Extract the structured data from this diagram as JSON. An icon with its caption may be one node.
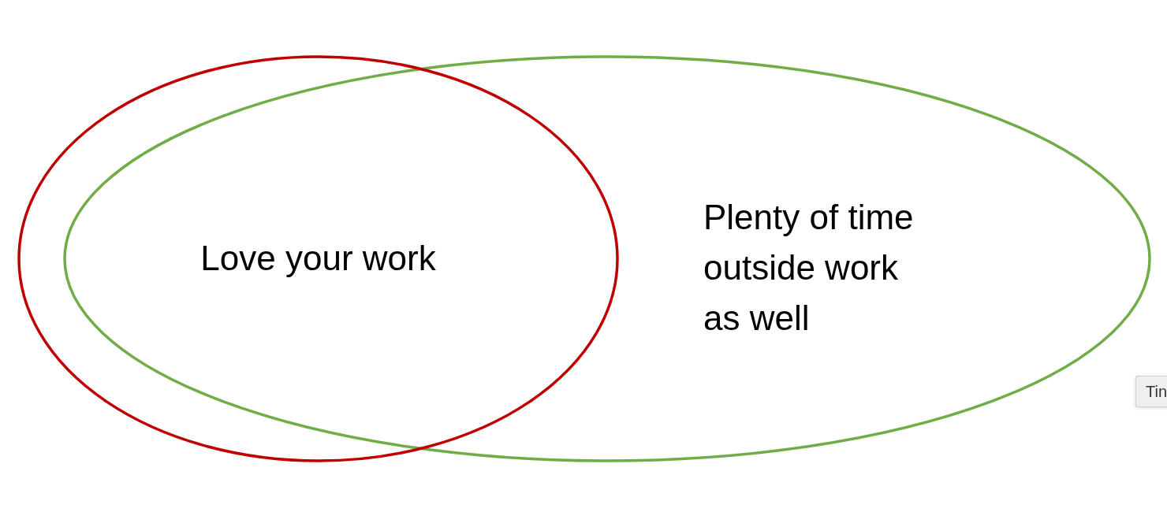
{
  "diagram": {
    "nodes": [
      {
        "text": [
          "Love your work"
        ]
      },
      {
        "text": [
          "Plenty of time outside work as well"
        ]
      }
    ],
    "labels": [
      "Tin"
    ]
  }
}
